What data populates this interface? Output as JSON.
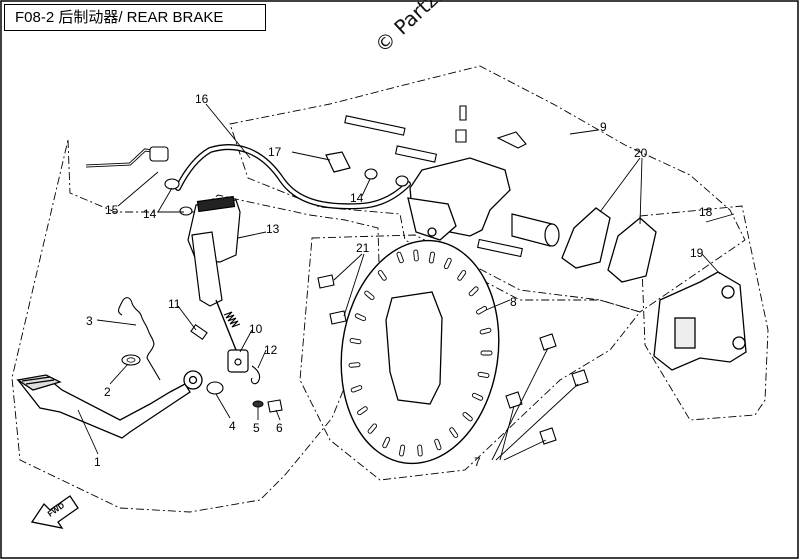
{
  "header": {
    "title": "F08-2  后制动器/ REAR BRAKE"
  },
  "watermark": "© Partzilla.com",
  "fwd_label": "FWD",
  "callouts": [
    {
      "id": "c1",
      "label": "1"
    },
    {
      "id": "c2",
      "label": "2"
    },
    {
      "id": "c3",
      "label": "3"
    },
    {
      "id": "c4",
      "label": "4"
    },
    {
      "id": "c5",
      "label": "5"
    },
    {
      "id": "c6",
      "label": "6"
    },
    {
      "id": "c7",
      "label": "7"
    },
    {
      "id": "c8",
      "label": "8"
    },
    {
      "id": "c9",
      "label": "9"
    },
    {
      "id": "c10",
      "label": "10"
    },
    {
      "id": "c11",
      "label": "11"
    },
    {
      "id": "c12",
      "label": "12"
    },
    {
      "id": "c13",
      "label": "13"
    },
    {
      "id": "c14a",
      "label": "14"
    },
    {
      "id": "c14b",
      "label": "14"
    },
    {
      "id": "c15",
      "label": "15"
    },
    {
      "id": "c16",
      "label": "16"
    },
    {
      "id": "c17",
      "label": "17"
    },
    {
      "id": "c18",
      "label": "18"
    },
    {
      "id": "c19",
      "label": "19"
    },
    {
      "id": "c20",
      "label": "20"
    },
    {
      "id": "c21",
      "label": "21"
    }
  ]
}
